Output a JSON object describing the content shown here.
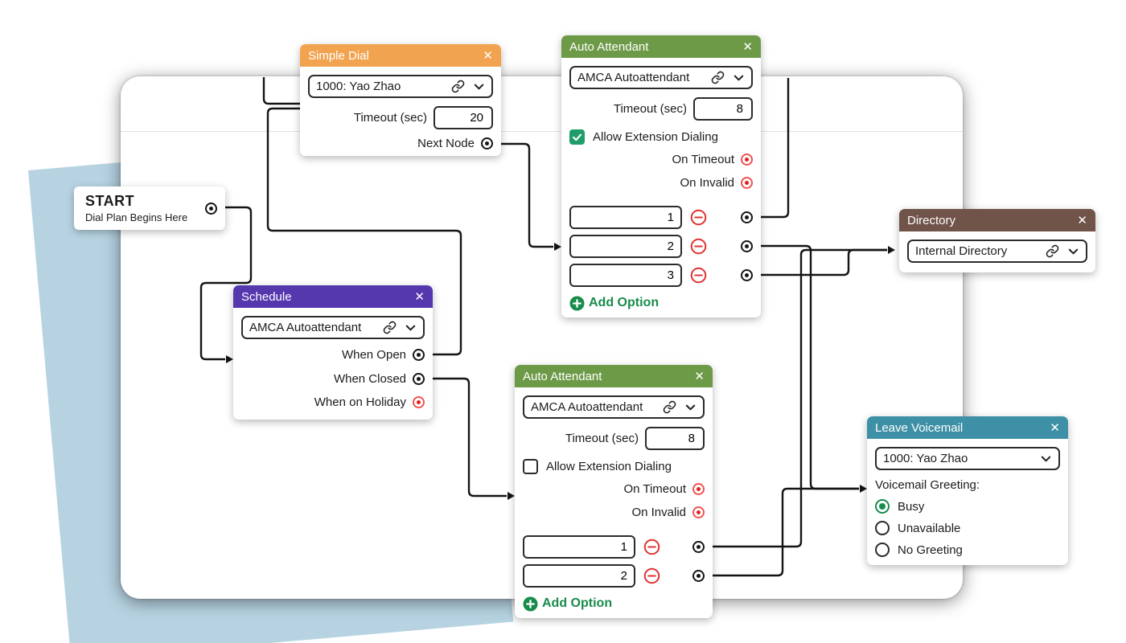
{
  "ui": {
    "close_glyph": "✕"
  },
  "palette": {
    "simple_dial_header": "#f2a350",
    "auto_attendant_header": "#6d9a47",
    "schedule_header": "#5537ae",
    "directory_header": "#705349",
    "voicemail_header": "#3e90a6",
    "add_option_green": "#178c4b",
    "checkbox_green": "#1f9d69",
    "port_red": "#e01f1f",
    "wire_black": "#141414",
    "backdrop_blue": "#b7d3e2"
  },
  "nodes": {
    "start": {
      "title": "START",
      "subtitle": "Dial Plan Begins Here"
    },
    "simple_dial": {
      "title": "Simple Dial",
      "target": "1000: Yao Zhao",
      "timeout_label": "Timeout (sec)",
      "timeout_value": "20",
      "next_node_label": "Next Node"
    },
    "auto_attendant_top": {
      "title": "Auto Attendant",
      "target": "AMCA Autoattendant",
      "timeout_label": "Timeout (sec)",
      "timeout_value": "8",
      "allow_ext_label": "Allow Extension Dialing",
      "allow_ext_checked": true,
      "on_timeout_label": "On Timeout",
      "on_invalid_label": "On Invalid",
      "options": [
        {
          "value": "1"
        },
        {
          "value": "2"
        },
        {
          "value": "3"
        }
      ],
      "add_option_label": "Add Option"
    },
    "schedule": {
      "title": "Schedule",
      "target": "AMCA Autoattendant",
      "outputs": [
        "When Open",
        "When Closed",
        "When on Holiday"
      ]
    },
    "directory": {
      "title": "Directory",
      "target": "Internal Directory"
    },
    "auto_attendant_bottom": {
      "title": "Auto Attendant",
      "target": "AMCA Autoattendant",
      "timeout_label": "Timeout (sec)",
      "timeout_value": "8",
      "allow_ext_label": "Allow Extension Dialing",
      "allow_ext_checked": false,
      "on_timeout_label": "On Timeout",
      "on_invalid_label": "On Invalid",
      "options": [
        {
          "value": "1"
        },
        {
          "value": "2"
        }
      ],
      "add_option_label": "Add Option"
    },
    "leave_voicemail": {
      "title": "Leave Voicemail",
      "target": "1000: Yao Zhao",
      "greeting_label": "Voicemail Greeting:",
      "greeting_options": [
        "Busy",
        "Unavailable",
        "No Greeting"
      ],
      "greeting_selected": "Busy"
    }
  },
  "connections": [
    {
      "from": "start",
      "to": "schedule"
    },
    {
      "from": "schedule.when_open",
      "to": "simple_dial"
    },
    {
      "from": "schedule.when_closed",
      "to": "auto_attendant_bottom"
    },
    {
      "from": "simple_dial.next_node",
      "to": "auto_attendant_top"
    },
    {
      "from": "auto_attendant_top.option_1",
      "to": "offscreen-top"
    },
    {
      "from": "auto_attendant_top.option_2",
      "to": "leave_voicemail"
    },
    {
      "from": "auto_attendant_top.option_3",
      "to": "directory"
    },
    {
      "from": "auto_attendant_bottom.option_1",
      "to": "directory"
    },
    {
      "from": "auto_attendant_bottom.option_2",
      "to": "leave_voicemail"
    },
    {
      "from": "offscreen-top",
      "to": "simple_dial"
    }
  ]
}
